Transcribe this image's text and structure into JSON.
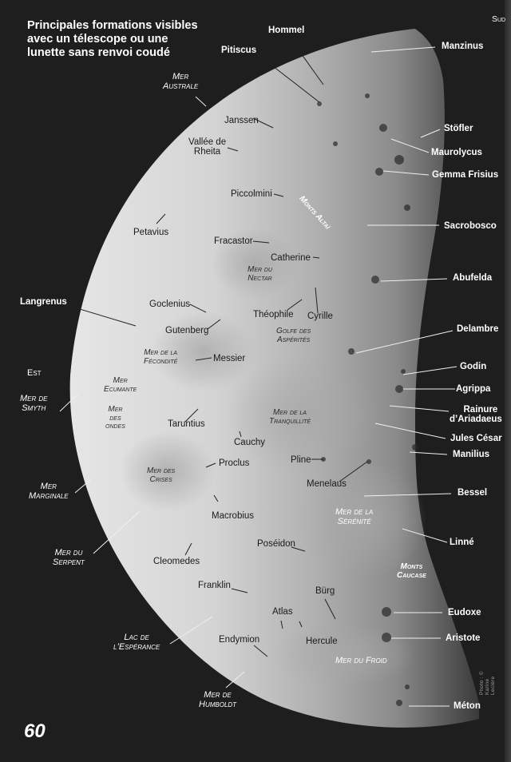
{
  "page": {
    "title_lines": [
      "Principales formations visibles",
      "avec un télescope ou une",
      "lunette sans renvoi coudé"
    ],
    "page_number": "60",
    "orientation": {
      "south": "Sud",
      "east": "Est"
    },
    "photo_credit": "Photo : © Karine Leclère"
  },
  "colors": {
    "background": "#1e1e1e",
    "moon_light": "#d8d8d8",
    "moon_mid": "#a8a8a8",
    "terminator": "#4a4a4a",
    "label_white": "#ffffff",
    "label_dark": "#1a1a1a"
  },
  "labels": {
    "hommel": "Hommel",
    "pitiscus": "Pitiscus",
    "manzinus": "Manzinus",
    "mer_australe": [
      "Mer",
      "Australe"
    ],
    "janssen": "Janssen",
    "vallee_rheita": [
      "Vallée de",
      "Rheita"
    ],
    "stofler": "Stöfler",
    "maurolycus": "Maurolycus",
    "gemma_frisius": "Gemma Frisius",
    "piccolomini": "Piccolmini",
    "monts_altai": "Monts Altaï",
    "petavius": "Petavius",
    "sacrobosco": "Sacrobosco",
    "fracastor": "Fracastor",
    "catherine": "Catherine",
    "mer_nectar": [
      "Mer du",
      "Nectar"
    ],
    "abufelda": "Abufelda",
    "langrenus": "Langrenus",
    "goclenius": "Goclenius",
    "theophile": "Théophile",
    "cyrille": "Cyrille",
    "gutenberg": "Gutenberg",
    "golfe_asperites": [
      "Golfe des",
      "Aspérités"
    ],
    "delambre": "Delambre",
    "mer_fecondite": [
      "Mer de la",
      "Fécondité"
    ],
    "messier": "Messier",
    "godin": "Godin",
    "mer_ecumante": [
      "Mer",
      "Ecumante"
    ],
    "agrippa": "Agrippa",
    "mer_smyth": [
      "Mer de",
      "Smyth"
    ],
    "mer_ondes": [
      "Mer",
      "des",
      "ondes"
    ],
    "rainure_ariadaeus": [
      "Rainure",
      "d’Ariadaeus"
    ],
    "taruntius": "Taruntius",
    "mer_tranquillite": [
      "Mer de la",
      "Tranquillité"
    ],
    "jules_cesar": "Jules César",
    "cauchy": "Cauchy",
    "manilius": "Manilius",
    "pline": "Pline",
    "proclus": "Proclus",
    "mer_crises": [
      "Mer des",
      "Crises"
    ],
    "menelaus": "Menelaus",
    "mer_marginale": [
      "Mer",
      "Marginale"
    ],
    "bessel": "Bessel",
    "macrobius": "Macrobius",
    "mer_serenite": [
      "Mer de la",
      "Sérénité"
    ],
    "linne": "Linné",
    "poseidon": "Poséidon",
    "mer_serpent": [
      "Mer du",
      "Serpent"
    ],
    "cleomedes": "Cleomedes",
    "monts_caucase": [
      "Monts",
      "Caucase"
    ],
    "franklin": "Franklin",
    "burg": "Bürg",
    "eudoxe": "Eudoxe",
    "atlas": "Atlas",
    "lac_esperance": [
      "Lac de",
      "l’Espérance"
    ],
    "hercule": "Hercule",
    "aristote": "Aristote",
    "endymion": "Endymion",
    "mer_froid": "Mer du Froid",
    "mer_humboldt": [
      "Mer de",
      "Humboldt"
    ],
    "meton": "Méton"
  }
}
